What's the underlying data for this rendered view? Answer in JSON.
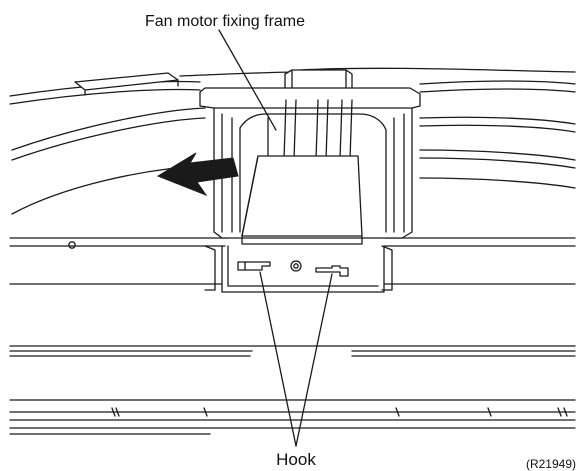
{
  "labels": {
    "frame": "Fan motor fixing frame",
    "hook": "Hook",
    "ref": "(R21949)"
  },
  "colors": {
    "line": "#1a1a1a",
    "fill": "#ffffff"
  },
  "icons": {
    "arrow": "insert-direction-arrow"
  }
}
